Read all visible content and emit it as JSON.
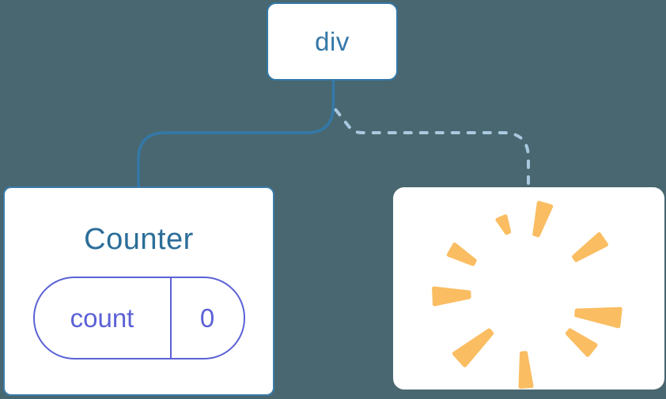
{
  "diagram": {
    "description": "component tree",
    "root": {
      "label": "div"
    },
    "counter": {
      "title": "Counter",
      "state": {
        "key": "count",
        "value": "0"
      }
    },
    "removed": {
      "icon": "poof-starburst-icon"
    },
    "edges": [
      {
        "from": "div",
        "to": "Counter",
        "style": "solid"
      },
      {
        "from": "div",
        "to": "removed-node",
        "style": "dashed"
      }
    ]
  },
  "colors": {
    "background": "#496770",
    "edge_solid": "#3478a8",
    "edge_dashed": "#a8c8de",
    "node_border_blue": "#3b7dab",
    "root_text": "#3478a8",
    "counter_title": "#2c6e99",
    "state_indigo": "#5b61d6",
    "poof": "#fabd62",
    "node_fill": "#ffffff"
  }
}
